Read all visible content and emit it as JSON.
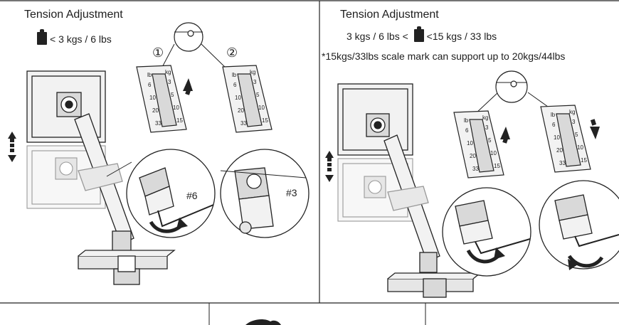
{
  "colors": {
    "line": "#222222",
    "light_fill": "#f2f2f2",
    "mid_fill": "#d9d9d9",
    "background": "#ffffff"
  },
  "left_panel": {
    "title": "Tension Adjustment",
    "weight_label": "< 3 kgs / 6 lbs",
    "step_1": "①",
    "step_2": "②",
    "wrench_label_a": "#6",
    "wrench_label_b": "#3",
    "scale_marks": [
      "lb",
      "kg",
      "6",
      "3",
      "10",
      "5",
      "20",
      "10",
      "33",
      "15"
    ]
  },
  "right_panel": {
    "title": "Tension Adjustment",
    "weight_label_before": "3 kgs / 6 lbs <",
    "weight_label_after": "<15 kgs / 33 lbs",
    "note": "*15kgs/33lbs scale mark can support up to 20kgs/44lbs",
    "scale_marks": [
      "lb",
      "kg",
      "6",
      "3",
      "10",
      "5",
      "20",
      "10",
      "33",
      "15"
    ]
  },
  "icons": [
    "weight-icon",
    "up-down-arrow-icon",
    "rotate-arrow-icon",
    "up-arrow-icon",
    "down-arrow-icon"
  ]
}
